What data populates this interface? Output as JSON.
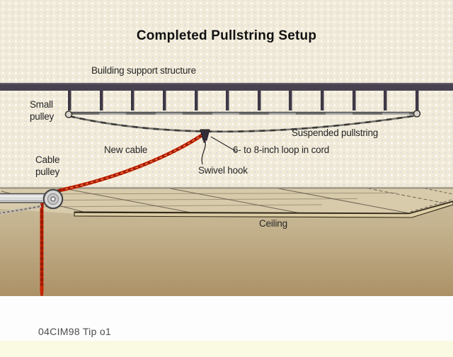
{
  "figure": {
    "title": "Completed Pullstring Setup",
    "caption": "04CIM98 Tip o1",
    "labels": {
      "building_support": "Building support structure",
      "small_pulley": "Small pulley",
      "cable_pulley": "Cable pulley",
      "new_cable": "New cable",
      "suspended_pullstring": "Suspended pullstring",
      "loop_in_cord": "6- to 8-inch loop in cord",
      "swivel_hook": "Swivel hook",
      "ceiling": "Ceiling"
    },
    "colors": {
      "background_cream": "#f1ead8",
      "beam_dark": "#474150",
      "hanger_dark": "#3e3847",
      "cable_red": "#e83005",
      "cable_red_dark": "#9e1a02",
      "ceiling_tan": "#d7cbab",
      "below_ceiling_top": "#ccbd9d",
      "below_ceiling_bottom": "#ac9166",
      "metal_gray": "#d6d6d6",
      "string_gray": "#4a4a4a",
      "footer_yellow": "#fafae3",
      "caption_gray": "#4d4d4d"
    }
  }
}
